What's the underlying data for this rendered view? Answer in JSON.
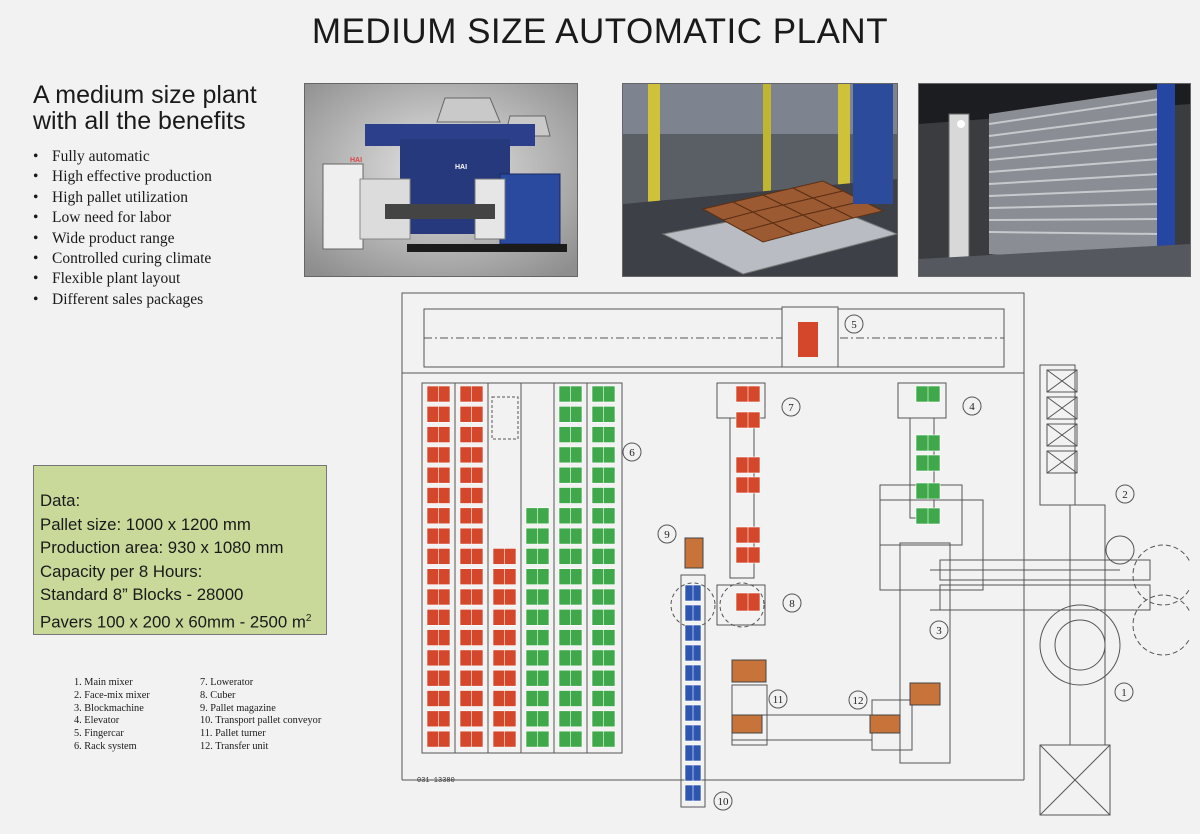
{
  "title": "MEDIUM SIZE AUTOMATIC PLANT",
  "headline": [
    "A medium size plant",
    "with all the benefits"
  ],
  "benefits": [
    "Fully automatic",
    "High effective production",
    "High pallet utilization",
    "Low need for labor",
    "Wide product range",
    "Controlled curing climate",
    "Flexible plant layout",
    "Different sales packages"
  ],
  "data_box": {
    "heading": "Data:",
    "pallet_size": "Pallet size: 1000 x 1200 mm",
    "production_area": "Production area: 930 x 1080 mm",
    "capacity_heading": "Capacity per 8 Hours:",
    "blocks": "Standard 8” Blocks - 28000",
    "pavers_prefix": "Pavers 100 x 200 x 60mm - 2500 m",
    "pavers_sup": "2"
  },
  "legend_left": [
    "1. Main mixer",
    "2. Face-mix mixer",
    "3. Blockmachine",
    "4. Elevator",
    "5. Fingercar",
    "6. Rack system"
  ],
  "legend_right": [
    "7. Lowerator",
    "8. Cuber",
    "9. Pallet magazine",
    "10. Transport pallet conveyor",
    "11. Pallet turner",
    "12. Transfer unit"
  ],
  "plan_labels": [
    "1",
    "2",
    "3",
    "4",
    "5",
    "6",
    "7",
    "8",
    "9",
    "10",
    "11",
    "12"
  ],
  "drawing_number": "031-13380",
  "machine_logo": "HAI",
  "colors": {
    "cured_red": "#d4472b",
    "fresh_green": "#3fa84a",
    "pallet_blue": "#2e55b0",
    "product_brown": "#c8733a",
    "data_box": "#c8d99a"
  }
}
